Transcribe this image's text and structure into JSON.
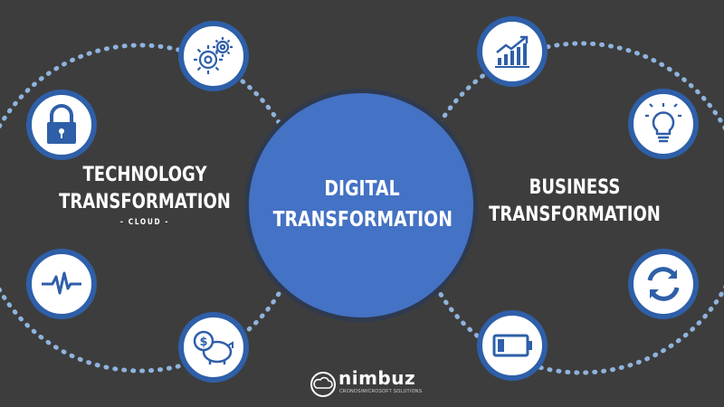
{
  "colors": {
    "background": "#3d3d3d",
    "center_circle": "#4472c4",
    "center_ring": "#2f3a4f",
    "icon_stroke": "#2e5fa8",
    "dotted_line": "#8fb3dd",
    "text": "#ffffff"
  },
  "technology": {
    "line1": "TECHNOLOGY",
    "line2": "TRANSFORMATION",
    "sub": "- CLOUD -",
    "icons": [
      "gears-icon",
      "lock-icon",
      "pulse-icon",
      "piggy-bank-icon"
    ]
  },
  "digital": {
    "line1": "DIGITAL",
    "line2": "TRANSFORMATION"
  },
  "business": {
    "line1": "BUSINESS",
    "line2": "TRANSFORMATION",
    "icons": [
      "growth-chart-icon",
      "lightbulb-icon",
      "refresh-icon",
      "battery-icon"
    ]
  },
  "logo": {
    "brand": "nimbuz",
    "tagline": "CRONOS/MICROSOFT SOLUTIONS"
  }
}
